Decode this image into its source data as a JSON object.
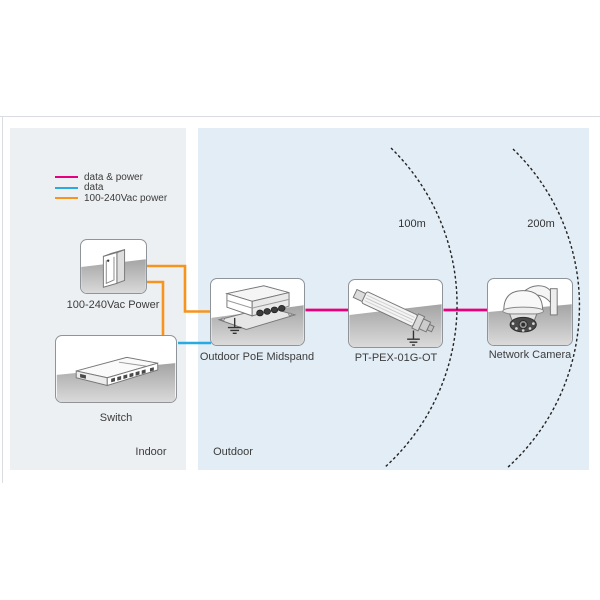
{
  "diagram": {
    "legend": {
      "items": [
        {
          "label": "data & power",
          "color": "#e6007e"
        },
        {
          "label": "data",
          "color": "#29abe2"
        },
        {
          "label": "100-240Vac power",
          "color": "#f7941e"
        }
      ]
    },
    "zones": {
      "indoor": "Indoor",
      "outdoor": "Outdoor"
    },
    "devices": {
      "power": {
        "label": "100-240Vac Power",
        "icon": "power-supply-icon"
      },
      "switch": {
        "label": "Switch",
        "icon": "network-switch-icon"
      },
      "midspan": {
        "label": "Outdoor PoE Midspand",
        "icon": "poe-midspan-icon"
      },
      "extender": {
        "label": "PT-PEX-01G-OT",
        "icon": "poe-extender-icon"
      },
      "camera": {
        "label": "Network Camera",
        "icon": "ptz-camera-icon"
      }
    },
    "distances": {
      "extender_range": "100m",
      "camera_range": "200m"
    },
    "connections": [
      {
        "from": "power",
        "to": "midspan",
        "type": "100-240Vac power",
        "color": "#f7941e"
      },
      {
        "from": "power",
        "to": "switch",
        "type": "100-240Vac power",
        "color": "#f7941e"
      },
      {
        "from": "switch",
        "to": "midspan",
        "type": "data",
        "color": "#29abe2"
      },
      {
        "from": "midspan",
        "to": "extender",
        "type": "data & power",
        "color": "#e6007e"
      },
      {
        "from": "extender",
        "to": "camera",
        "type": "data & power",
        "color": "#e6007e"
      }
    ],
    "colors": {
      "indoor_bg": "#edf0f3",
      "outdoor_bg": "#e3edf6",
      "arc": "#222222"
    }
  }
}
